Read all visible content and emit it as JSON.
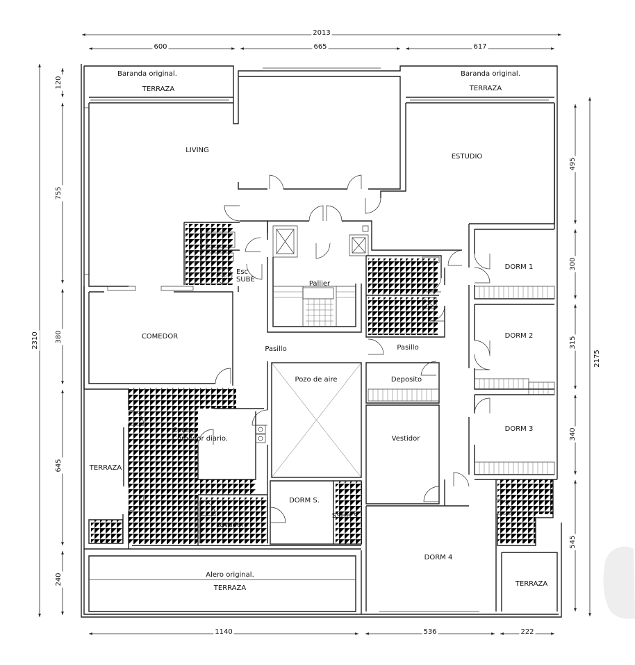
{
  "plan": {
    "rooms": {
      "living": "LIVING",
      "estudio": "ESTUDIO",
      "comedor": "COMEDOR",
      "dorm1": "DORM 1",
      "dorm2": "DORM 2",
      "dorm3": "DORM 3",
      "dorm4": "DORM 4",
      "dorm_s": "DORM S.",
      "sshh1": "SSHH 1",
      "sshh2": "SSHH 2",
      "sshh3": "SSHH 3",
      "sshh4": "SSHH 4",
      "ssh_s": "SSHH S.",
      "cocina_1": "Cocina.",
      "cocina_2": "Comedor diario.",
      "lavadero": "Lavadero",
      "deposito": "Deposito",
      "vestidor": "Vestidor",
      "pozo": "Pozo de aire",
      "pallier": "Pallier",
      "pasillo_1": "Pasillo",
      "pasillo_2": "Pasillo",
      "esc_1": "Esc",
      "esc_2": "SUBE",
      "terraza_nw": "TERRAZA",
      "terraza_ne": "TERRAZA",
      "terraza_w": "TERRAZA",
      "terraza_s": "TERRAZA",
      "terraza_se": "TERRAZA",
      "baranda_nw": "Baranda original.",
      "baranda_ne": "Baranda original.",
      "alero": "Alero original."
    },
    "dimensions": {
      "top_total": "2013",
      "top_1": "600",
      "top_2": "665",
      "top_3": "617",
      "left_total": "2310",
      "left_1": "120",
      "left_2": "755",
      "left_3": "380",
      "left_4": "645",
      "left_5": "240",
      "right_total": "2175",
      "right_1": "495",
      "right_2": "300",
      "right_3": "315",
      "right_4": "340",
      "right_5": "545",
      "bottom_1": "1140",
      "bottom_2": "536",
      "bottom_3": "222"
    }
  }
}
